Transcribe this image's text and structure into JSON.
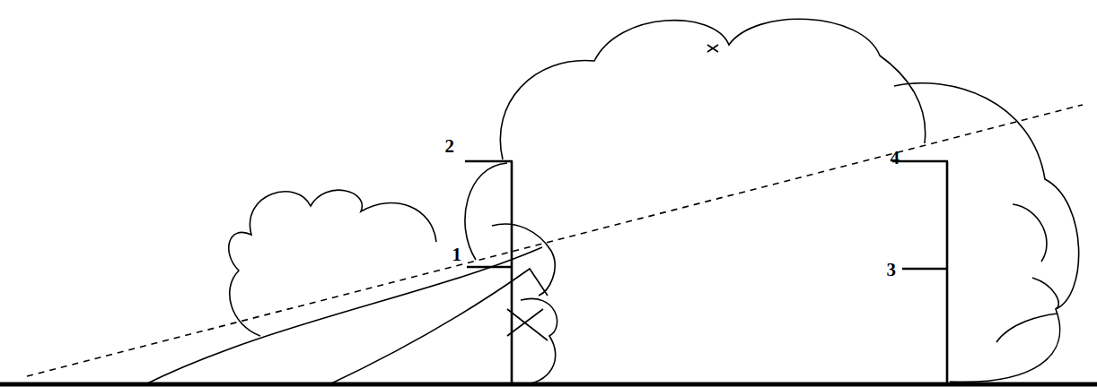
{
  "diagram": {
    "labels": [
      "2",
      "4",
      "1",
      "3"
    ]
  }
}
